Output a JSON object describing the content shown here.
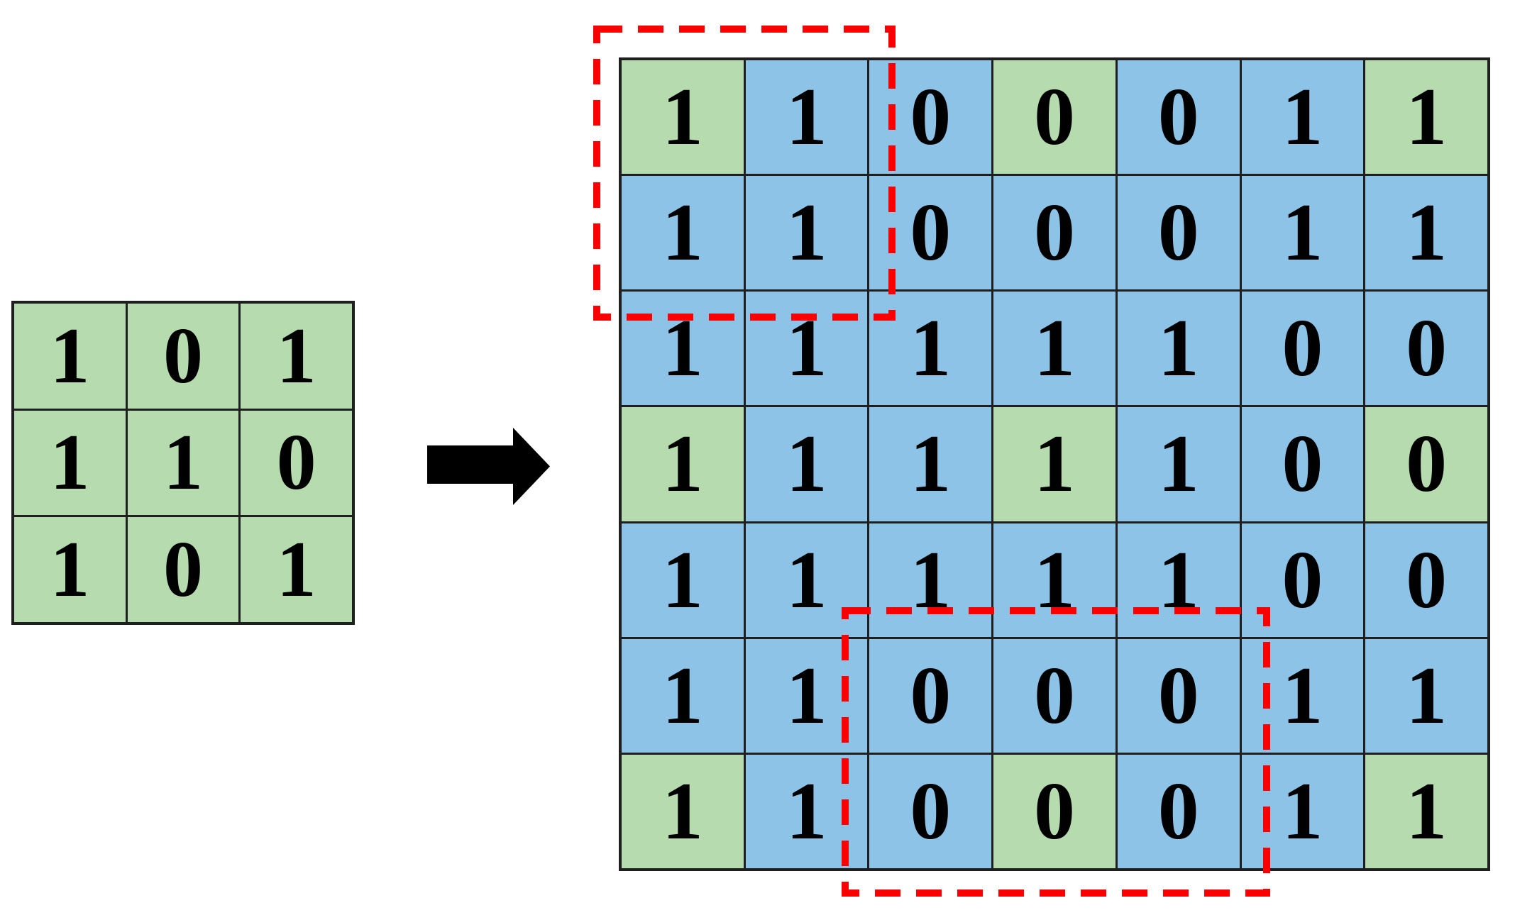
{
  "colors": {
    "background": "#ffffff",
    "cell_green": "#b6dbae",
    "cell_blue": "#8cc3e6",
    "grid_line": "#1f1f1f",
    "digit": "#000000",
    "arrow": "#000000",
    "highlight_red": "#fb0000"
  },
  "source_matrix": {
    "rows": [
      [
        "1",
        "0",
        "1"
      ],
      [
        "1",
        "1",
        "0"
      ],
      [
        "1",
        "0",
        "1"
      ]
    ]
  },
  "arrow_icon": "right-arrow",
  "output_matrix": {
    "rows": [
      [
        "1",
        "1",
        "0",
        "0",
        "0",
        "1",
        "1"
      ],
      [
        "1",
        "1",
        "0",
        "0",
        "0",
        "1",
        "1"
      ],
      [
        "1",
        "1",
        "1",
        "1",
        "1",
        "0",
        "0"
      ],
      [
        "1",
        "1",
        "1",
        "1",
        "1",
        "0",
        "0"
      ],
      [
        "1",
        "1",
        "1",
        "1",
        "1",
        "0",
        "0"
      ],
      [
        "1",
        "1",
        "0",
        "0",
        "0",
        "1",
        "1"
      ],
      [
        "1",
        "1",
        "0",
        "0",
        "0",
        "1",
        "1"
      ]
    ],
    "green_cells": [
      [
        0,
        0
      ],
      [
        0,
        3
      ],
      [
        0,
        6
      ],
      [
        3,
        0
      ],
      [
        3,
        3
      ],
      [
        3,
        6
      ],
      [
        6,
        0
      ],
      [
        6,
        3
      ],
      [
        6,
        6
      ]
    ]
  }
}
